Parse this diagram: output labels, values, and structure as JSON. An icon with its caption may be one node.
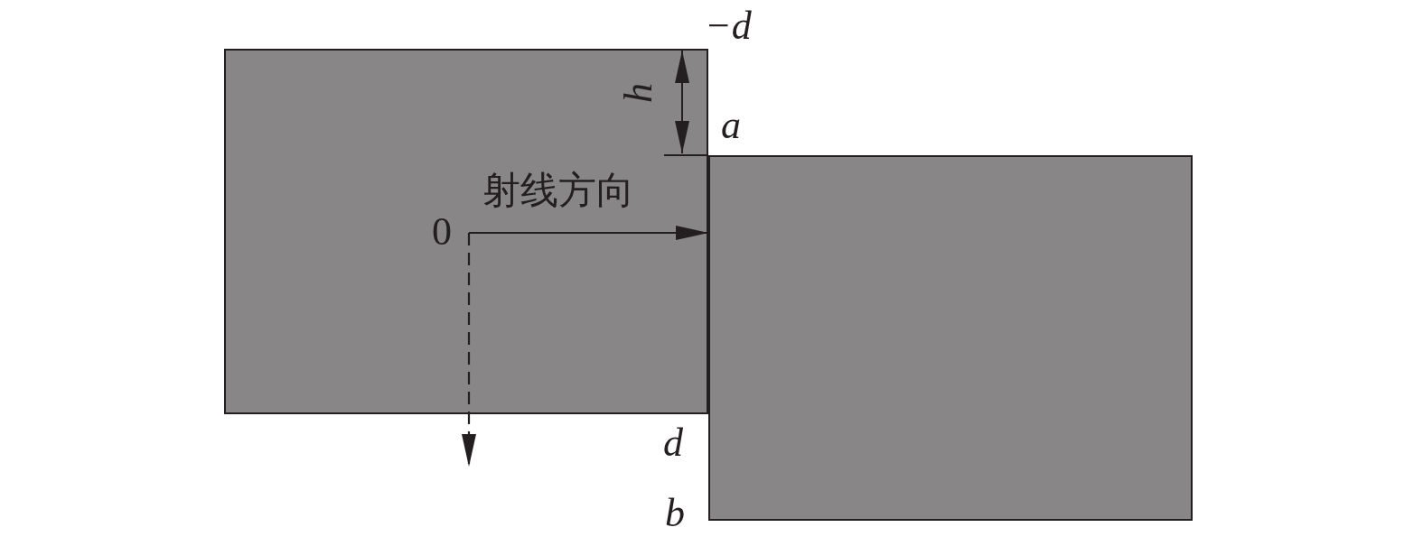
{
  "diagram": {
    "nodes": [
      {
        "text": [],
        "shape": "box"
      },
      {
        "text": [],
        "shape": "box"
      },
      {
        "text": [
          "0"
        ],
        "in": 0
      }
    ],
    "edges": [
      {
        "from": 2,
        "to": 1,
        "arrow": "to",
        "label": "射线方向"
      },
      {
        "from": 2,
        "to": null,
        "arrow": "to",
        "style": "dashed"
      }
    ],
    "labels": [
      "−d",
      "h",
      "a",
      "d",
      "b"
    ]
  }
}
